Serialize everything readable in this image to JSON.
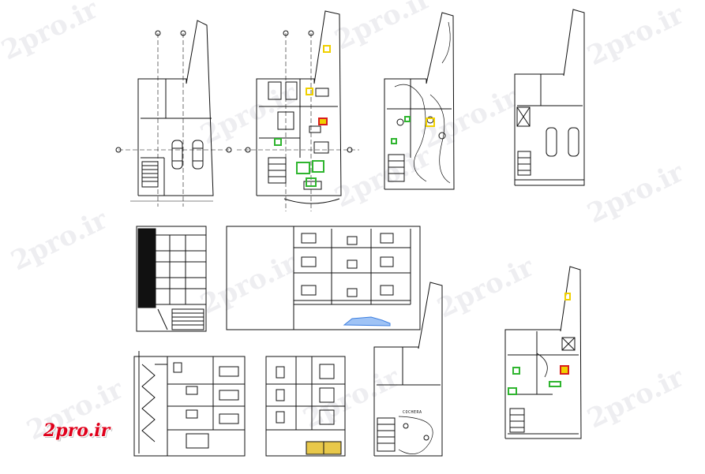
{
  "watermark": {
    "text": "2pro.ir"
  },
  "brand": {
    "text": "2pro.ir",
    "color": "#e0001b"
  },
  "labels": {
    "garage": "COCHERA"
  },
  "colors": {
    "line": "#111111",
    "accent_yellow": "#f0d000",
    "accent_green": "#2fb52f",
    "accent_red": "#d81c1c",
    "accent_blue": "#3d7fe0"
  }
}
